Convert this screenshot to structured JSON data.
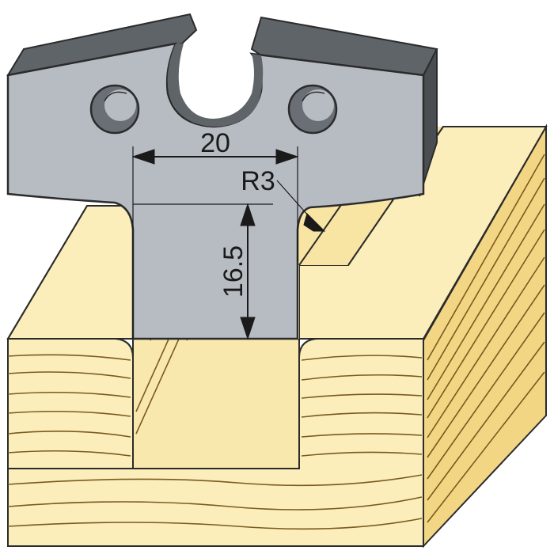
{
  "diagram": {
    "dimensions": {
      "width_label": "20",
      "depth_label": "16.5",
      "radius_label": "R3"
    },
    "colors": {
      "blade_face": "#b7bcc3",
      "blade_top": "#5f6469",
      "blade_side": "#4a4e53",
      "blade_hole": "#6a6f75",
      "wood_light": "#fbeebb",
      "wood_mid": "#f6df9a",
      "wood_dark": "#f1d07a",
      "grain_line": "#7a5a1e",
      "outline": "#2b2b2b"
    }
  }
}
